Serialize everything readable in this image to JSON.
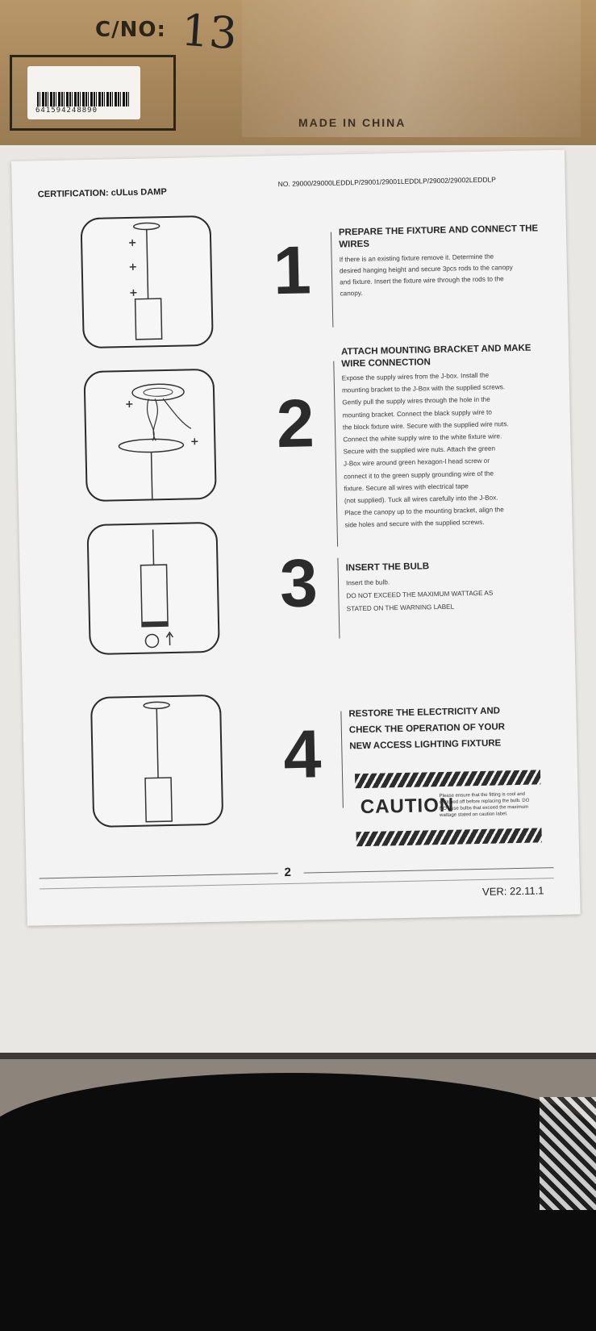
{
  "box": {
    "cino_label": "C/NO:",
    "cino_value": "13",
    "barcode": "641594248890",
    "origin": "MADE IN CHINA"
  },
  "sheet": {
    "certification": "CERTIFICATION: cULus DAMP",
    "model_numbers": "NO. 29000/29000LEDDLP/29001/29001LEDDLP/29002/29002LEDDLP",
    "steps": [
      {
        "number": "1",
        "heading_lines": [
          "PREPARE THE FIXTURE AND CONNECT THE",
          "WIRES"
        ],
        "body_lines": [
          "If there is an existing fixture remove it. Determine the",
          "desired hanging height and secure 3pcs rods to the canopy",
          "and fixture. Insert the fixture wire through the rods to the",
          "canopy."
        ]
      },
      {
        "number": "2",
        "heading_lines": [
          "ATTACH MOUNTING BRACKET AND MAKE",
          "WIRE CONNECTION"
        ],
        "body_lines": [
          "Expose the supply wires from the J-box. Install the",
          "mounting bracket to the J-Box with the supplied screws.",
          "Gently pull the supply wires through the hole in the",
          "mounting bracket. Connect the black supply wire to",
          "the block fixture wire. Secure with the supplied wire nuts.",
          "Connect the white supply wire to the white fixture wire.",
          "Secure with the supplied wire nuts. Attach the green",
          "J-Box wire around green hexagon-l head screw or",
          "connect it to the green supply grounding wire of the",
          "fixture. Secure all wires with electrical tape",
          "(not supplied). Tuck all wires carefully into the J-Box.",
          "Place the canopy up to the mounting bracket, align the",
          "side holes and secure with the supplied screws."
        ]
      },
      {
        "number": "3",
        "heading_lines": [
          "INSERT THE BULB"
        ],
        "body_lines": [
          "Insert the bulb.",
          "DO NOT EXCEED THE MAXIMUM WATTAGE AS",
          "STATED ON THE WARNING LABEL"
        ]
      },
      {
        "number": "4",
        "heading_lines": [
          "RESTORE THE ELECTRICITY AND",
          "CHECK THE OPERATION OF YOUR",
          "NEW ACCESS LIGHTING FIXTURE"
        ],
        "body_lines": []
      }
    ],
    "caution": {
      "word": "CAUTION",
      "note": "Please ensure that the fitting is cool and switched off before replacing the bulb. DO NOT use bulbs that exceed the maximum wattage stated on caution label."
    },
    "page_number": "2",
    "version": "VER: 22.11.1"
  }
}
